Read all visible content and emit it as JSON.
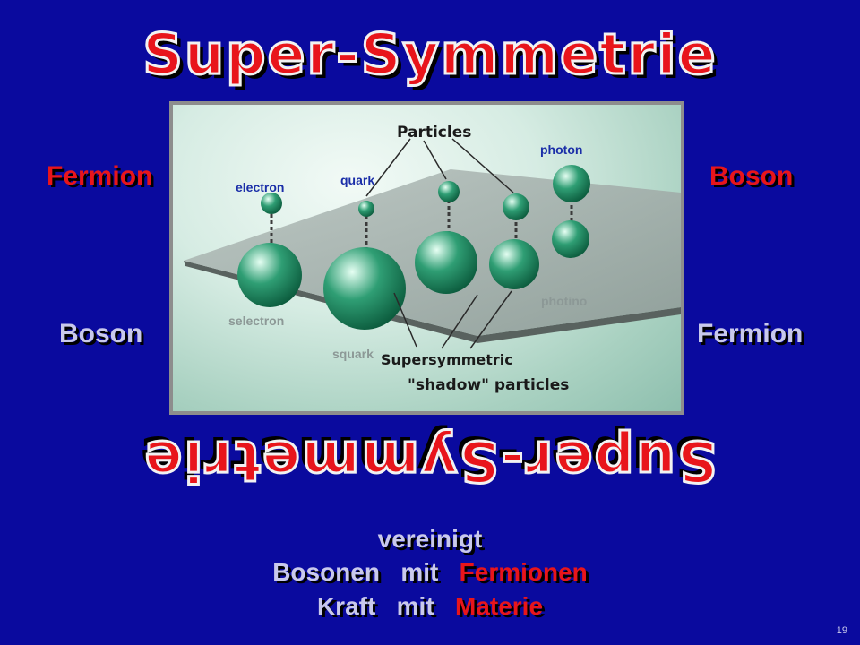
{
  "slide": {
    "title": "Super-Symmetrie",
    "title_mirrored": "Super-Symmetrie",
    "left_top": "Fermion",
    "right_top": "Boson",
    "left_bottom": "Boson",
    "right_bottom": "Fermion",
    "page_number": "19"
  },
  "figure": {
    "heading": "Particles",
    "caption_line1": "Supersymmetric",
    "caption_line2": "\"shadow\" particles",
    "labels": {
      "electron": "electron",
      "quark": "quark",
      "photon": "photon",
      "selectron": "selectron",
      "squark": "squark",
      "photino": "photino"
    }
  },
  "bottom": {
    "line1": "vereinigt",
    "line2_a": "Bosonen",
    "line2_mid": "mit",
    "line2_b": "Fermionen",
    "line3_a": "Kraft",
    "line3_mid": "mit",
    "line3_b": "Materie"
  },
  "colors": {
    "background": "#0a0a9e",
    "accent_red": "#e8151b",
    "text_lavender": "#c9c9ec"
  }
}
